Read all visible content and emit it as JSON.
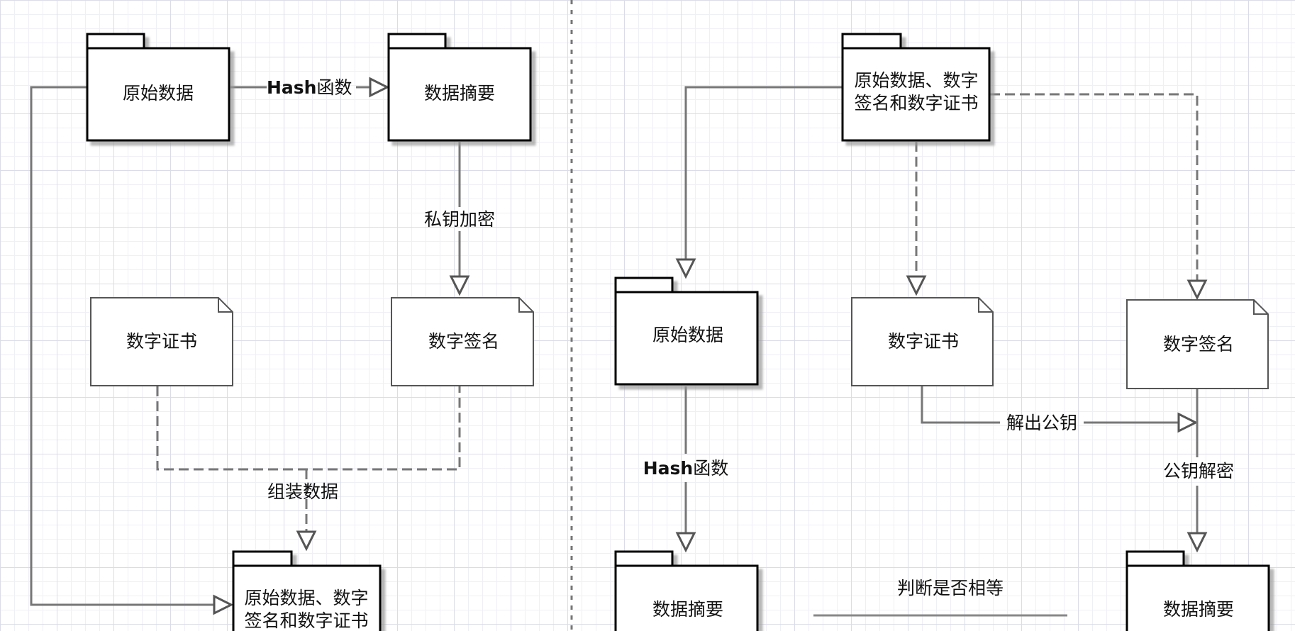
{
  "left": {
    "orig_data": "原始数据",
    "digest": "数据摘要",
    "cert": "数字证书",
    "signature": "数字签名",
    "bundle_line1": "原始数据、数字",
    "bundle_line2": "签名和数字证书",
    "hash_label_bold": "Hash",
    "hash_label_rest": "函数",
    "encrypt_label": "私钥加密",
    "assemble_label": "组装数据"
  },
  "right": {
    "bundle_line1": "原始数据、数字",
    "bundle_line2": "签名和数字证书",
    "orig_data": "原始数据",
    "cert": "数字证书",
    "signature": "数字签名",
    "digest_left": "数据摘要",
    "digest_right": "数据摘要",
    "hash_label_bold": "Hash",
    "hash_label_rest": "函数",
    "extract_label": "解出公钥",
    "decrypt_label": "公钥解密",
    "compare_label": "判断是否相等"
  }
}
